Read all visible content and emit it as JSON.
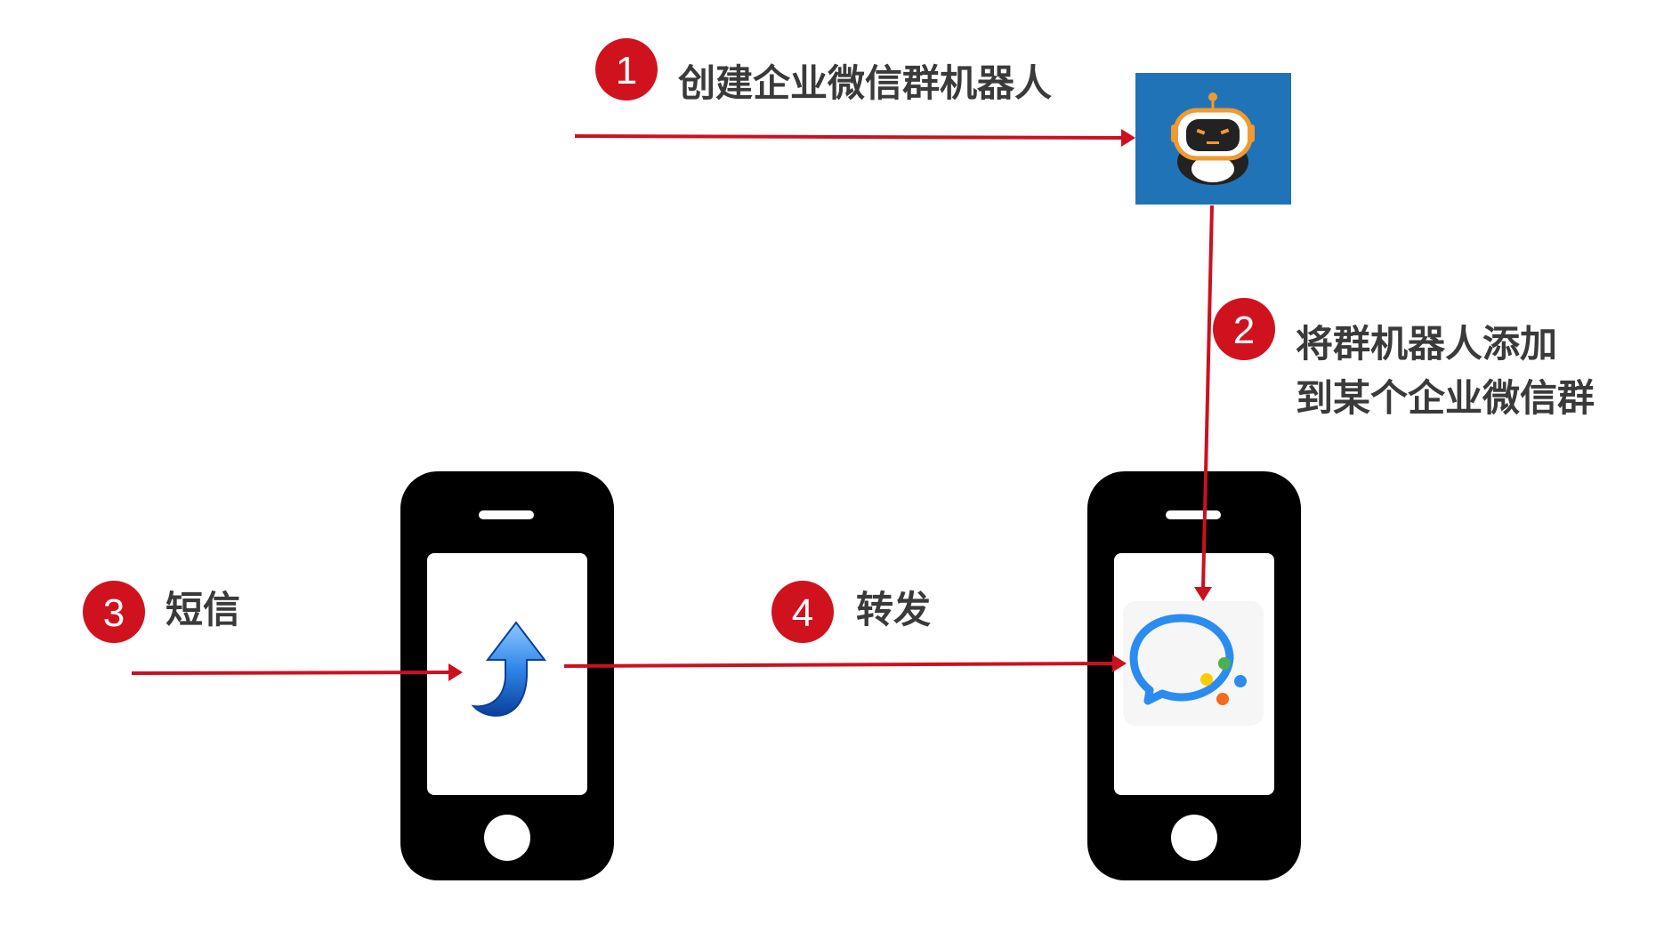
{
  "colors": {
    "arrow": "#cc1020",
    "badge": "#d0121f",
    "phone": "#000000",
    "robot_tile": "#2173b8",
    "text": "#3a3a3a"
  },
  "steps": [
    {
      "number": "1",
      "label": "创建企业微信群机器人"
    },
    {
      "number": "2",
      "label_lines": [
        "将群机器人添加",
        "到某个企业微信群"
      ]
    },
    {
      "number": "3",
      "label": "短信"
    },
    {
      "number": "4",
      "label": "转发"
    }
  ],
  "icons": {
    "robot": "robot-icon",
    "forward_app": "blue-up-arrow-icon",
    "wecom": "wecom-chat-icon",
    "phone_left": "phone-icon",
    "phone_right": "phone-icon"
  }
}
